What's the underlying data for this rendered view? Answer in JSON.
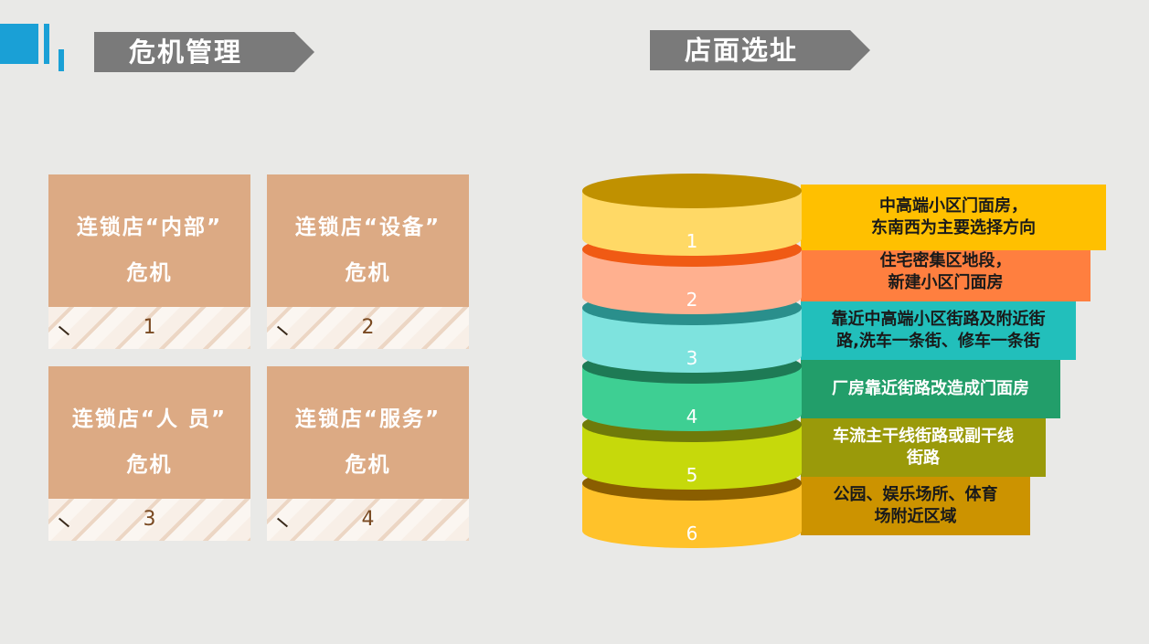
{
  "left_section": {
    "title": "危机管理",
    "cards": [
      {
        "line1": "连锁店“内部”",
        "line2": "危机",
        "number": "1"
      },
      {
        "line1": "连锁店“设备”",
        "line2": "危机",
        "number": "2"
      },
      {
        "line1": "连锁店“人 员”",
        "line2": "危机",
        "number": "3"
      },
      {
        "line1": "连锁店“服务”",
        "line2": "危机",
        "number": "4"
      }
    ]
  },
  "right_section": {
    "title": "店面选址",
    "layers": [
      {
        "number": "1",
        "text": "中高端小区门面房，\n东南西为主要选择方向",
        "color": "#ffd966",
        "box_color": "#ffc000",
        "text_color": "#1a1a1a"
      },
      {
        "number": "2",
        "text": "住宅密集区地段，\n新建小区门面房",
        "color": "#ffb08f",
        "box_color": "#ff7f3f",
        "text_color": "#1a1a1a"
      },
      {
        "number": "3",
        "text": "靠近中高端小区街路及附近街\n路,洗车一条街、修车一条街",
        "color": "#7ee3de",
        "box_color": "#22bfbb",
        "text_color": "#1a1a1a"
      },
      {
        "number": "4",
        "text": "厂房靠近街路改造成门面房",
        "color": "#3ecf93",
        "box_color": "#229e6a",
        "text_color": "#ffffff"
      },
      {
        "number": "5",
        "text": "车流主干线街路或副干线\n街路",
        "color": "#c6d90b",
        "box_color": "#9a9a0a",
        "text_color": "#ffffff"
      },
      {
        "number": "6",
        "text": "公园、娱乐场所、体育\n场附近区域",
        "color": "#ffc22a",
        "box_color": "#cc9300",
        "text_color": "#1a1a1a"
      }
    ]
  },
  "colors": {
    "accent_blue": "#1aa0d6",
    "header_gray": "#7a7a7a",
    "card_tan": "#dcaa84",
    "background": "#e9e9e7"
  }
}
